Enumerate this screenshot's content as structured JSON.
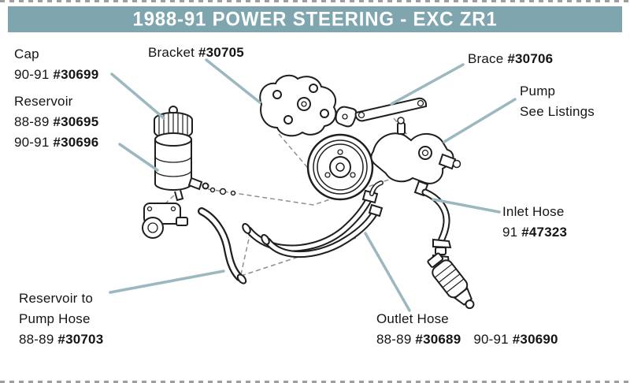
{
  "header": {
    "title": "1988-91 POWER STEERING - EXC ZR1"
  },
  "colors": {
    "banner_bg": "#7fa6af",
    "banner_text": "#ffffff",
    "leader": "#9bb8c0",
    "ink": "#1f1f1f",
    "dash": "#8f8f8f"
  },
  "labels": {
    "cap": {
      "name": "Cap",
      "rows": [
        {
          "years": "90-91",
          "part": "#30699"
        }
      ]
    },
    "reservoir": {
      "name": "Reservoir",
      "rows": [
        {
          "years": "88-89",
          "part": "#30695"
        },
        {
          "years": "90-91",
          "part": "#30696"
        }
      ]
    },
    "bracket": {
      "name": "Bracket",
      "part": "#30705"
    },
    "brace": {
      "name": "Brace",
      "part": "#30706"
    },
    "pump": {
      "name": "Pump",
      "note": "See Listings"
    },
    "inlet_hose": {
      "name": "Inlet Hose",
      "rows": [
        {
          "years": "91",
          "part": "#47323"
        }
      ]
    },
    "reservoir_to_pump_hose": {
      "name_line_1": "Reservoir to",
      "name_line_2": "Pump Hose",
      "rows": [
        {
          "years": "88-89",
          "part": "#30703"
        }
      ]
    },
    "outlet_hose": {
      "name": "Outlet Hose",
      "rows": [
        {
          "years": "88-89",
          "part": "#30689"
        },
        {
          "years": "90-91",
          "part": "#30690"
        }
      ]
    }
  }
}
